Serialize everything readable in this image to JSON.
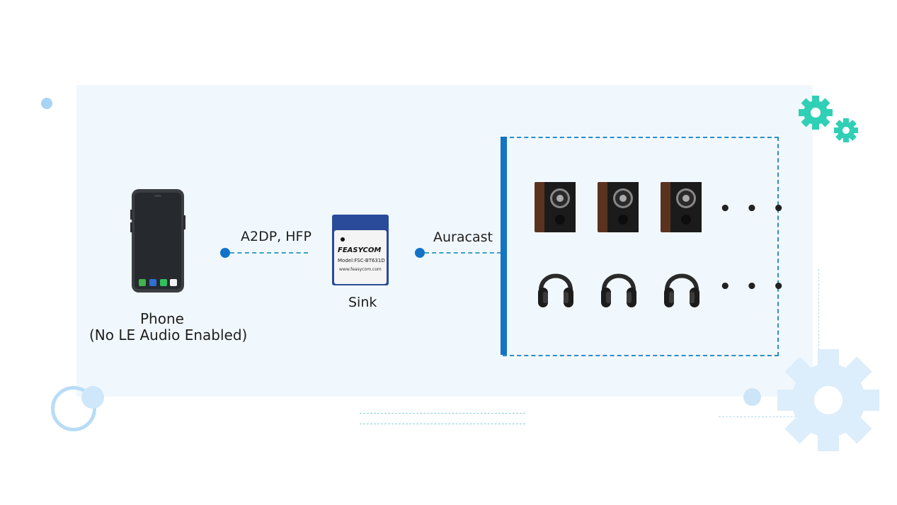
{
  "phone": {
    "title": "Phone",
    "subtitle": "(No LE Audio Enabled)"
  },
  "link_left": {
    "label": "A2DP, HFP"
  },
  "module": {
    "brand": "FEASYCOM",
    "model": "Model:FSC-BT631D",
    "website": "www.feasycom.com",
    "caption": "Sink"
  },
  "link_right": {
    "label": "Auracast"
  },
  "receivers": {
    "speaker_count": 3,
    "headphone_count": 3,
    "more_speakers": "• • •",
    "more_headphones": "• • •"
  },
  "colors": {
    "accent": "#1473c3",
    "panel": "#f1f8fd",
    "gear_green": "#2dd4bf",
    "gear_light": "#dbeefc"
  }
}
